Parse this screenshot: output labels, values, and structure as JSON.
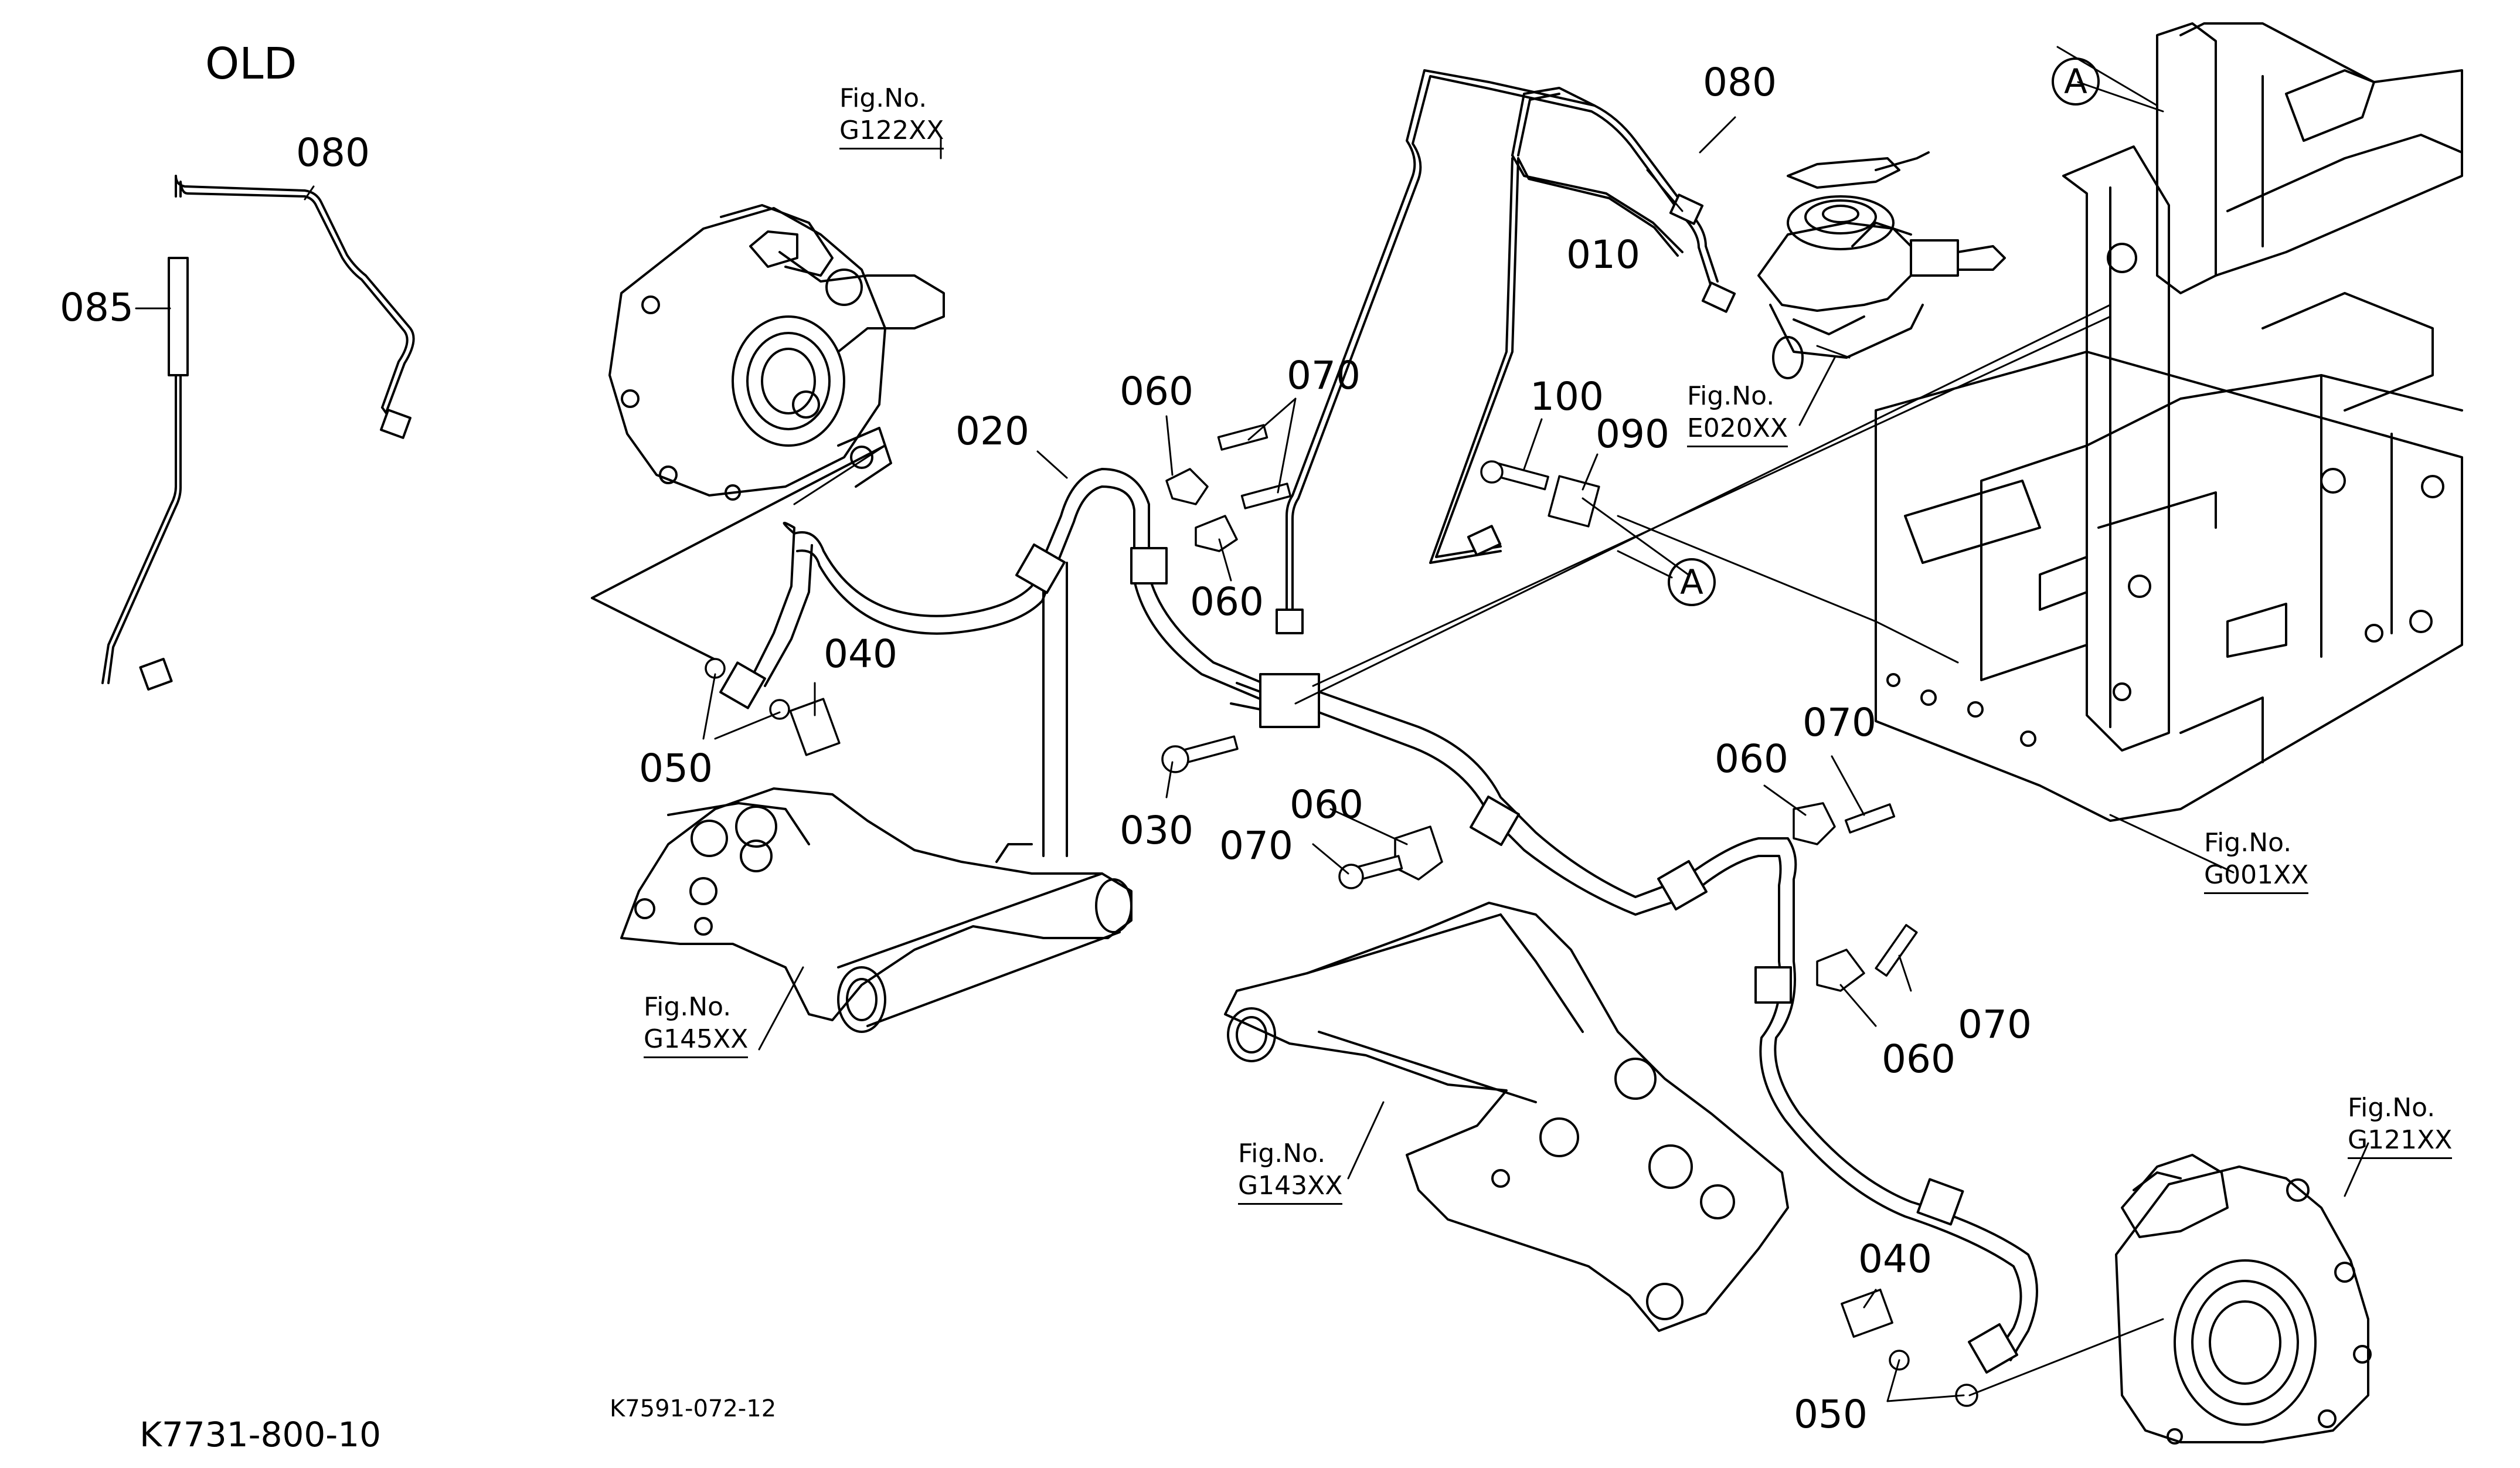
{
  "title": "OLD",
  "old_detail": {
    "part_080": "080",
    "part_085": "085"
  },
  "parts": {
    "p080": "080",
    "p010": "010",
    "p100": "100",
    "p090": "090",
    "p020": "020",
    "p060_a": "060",
    "p070_a": "070",
    "p060_b": "060",
    "p040_a": "040",
    "p050_a": "050",
    "p030": "030",
    "p060_c": "060",
    "p070_b": "070",
    "p060_d": "060",
    "p070_c": "070",
    "p070_d": "070",
    "p060_e": "060",
    "p040_b": "040",
    "p050_b": "050"
  },
  "figure_refs": {
    "g122": {
      "label": "Fig.No.",
      "code": "G122XX"
    },
    "e020": {
      "label": "Fig.No.",
      "code": "E020XX"
    },
    "g001": {
      "label": "Fig.No.",
      "code": "G001XX"
    },
    "g145": {
      "label": "Fig.No.",
      "code": "G145XX"
    },
    "g143": {
      "label": "Fig.No.",
      "code": "G143XX"
    },
    "g121": {
      "label": "Fig.No.",
      "code": "G121XX"
    }
  },
  "callouts": {
    "a_top": "A",
    "a_mid": "A"
  },
  "footer": {
    "drawing_id": "K7731-800-10",
    "image_id": "K7591-072-12"
  }
}
